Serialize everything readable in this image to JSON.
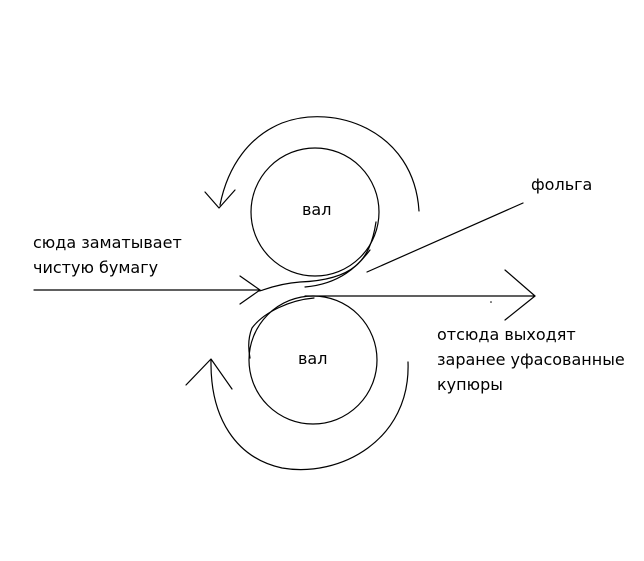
{
  "diagram": {
    "rollers": {
      "top": {
        "label": "вал"
      },
      "bottom": {
        "label": "вал"
      }
    },
    "labels": {
      "foil": "фольга",
      "input_line1": "сюда заматывает",
      "input_line2": "чистую бумагу",
      "output_line1": "отсюда выходят",
      "output_line2": "заранее уфасованные",
      "output_line3": "купюры"
    },
    "colors": {
      "ink": "#000000",
      "background": "#ffffff"
    }
  }
}
